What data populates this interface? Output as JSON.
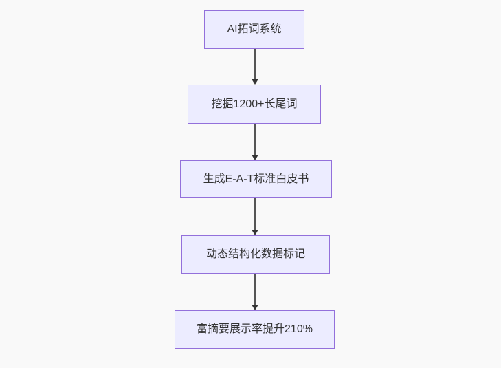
{
  "page": {
    "background_color": "#f9f9f9"
  },
  "diagram": {
    "type": "flowchart",
    "direction": "top-down",
    "style": {
      "node_fill": "#ECECFF",
      "node_border": "#9370DB",
      "node_text_color": "#333333",
      "edge_line_color": "#555555",
      "arrowhead_color": "#333333"
    },
    "nodes": [
      {
        "id": "n1",
        "label": "AI拓词系统"
      },
      {
        "id": "n2",
        "label": "挖掘1200+长尾词"
      },
      {
        "id": "n3",
        "label": "生成E-A-T标准白皮书"
      },
      {
        "id": "n4",
        "label": "动态结构化数据标记"
      },
      {
        "id": "n5",
        "label": "富摘要展示率提升210%"
      }
    ],
    "edges": [
      {
        "from": "n1",
        "to": "n2"
      },
      {
        "from": "n2",
        "to": "n3"
      },
      {
        "from": "n3",
        "to": "n4"
      },
      {
        "from": "n4",
        "to": "n5"
      }
    ]
  }
}
